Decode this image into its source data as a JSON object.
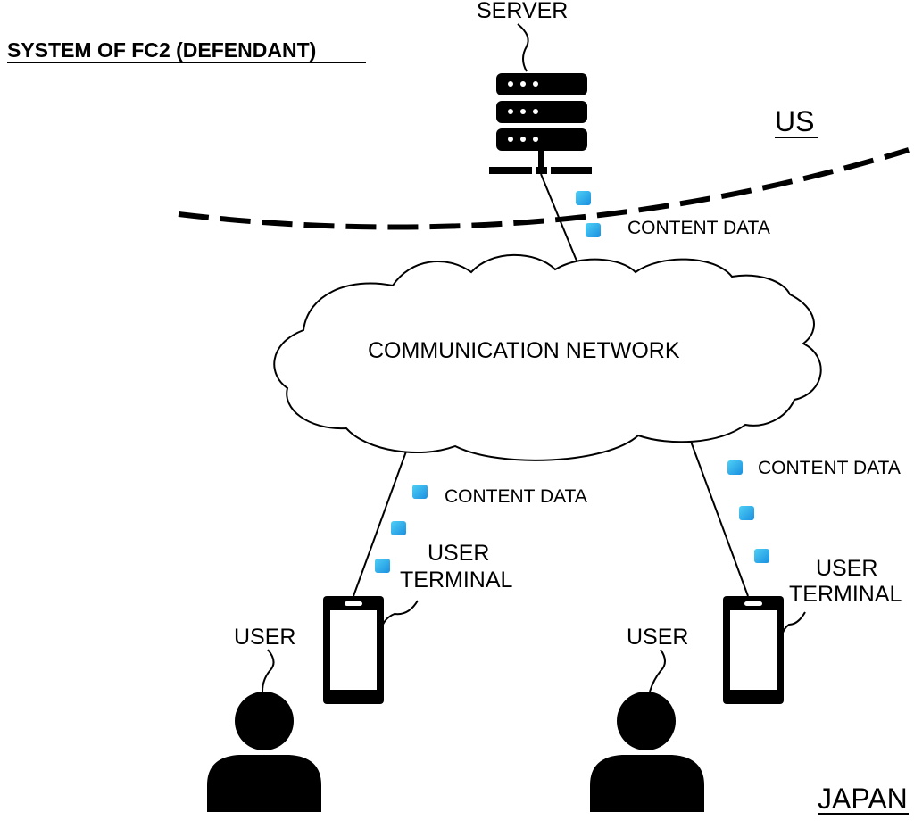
{
  "title": "SYSTEM OF FC2 (DEFENDANT)",
  "regions": {
    "us": "US",
    "japan": "JAPAN"
  },
  "server": {
    "label": "SERVER"
  },
  "network": {
    "label": "COMMUNICATION NETWORK"
  },
  "content_label": "CONTENT DATA",
  "terminals": [
    {
      "label_line1": "USER",
      "label_line2": "TERMINAL",
      "user_label": "USER"
    },
    {
      "label_line1": "USER",
      "label_line2": "TERMINAL",
      "user_label": "USER"
    }
  ],
  "colors": {
    "line": "#000000",
    "packet_light": "#33c2f0",
    "packet_dark": "#1a8fe0",
    "background": "#ffffff"
  },
  "icons": [
    "server-icon",
    "cloud-icon",
    "smartphone-icon",
    "person-icon",
    "data-packet-icon"
  ]
}
